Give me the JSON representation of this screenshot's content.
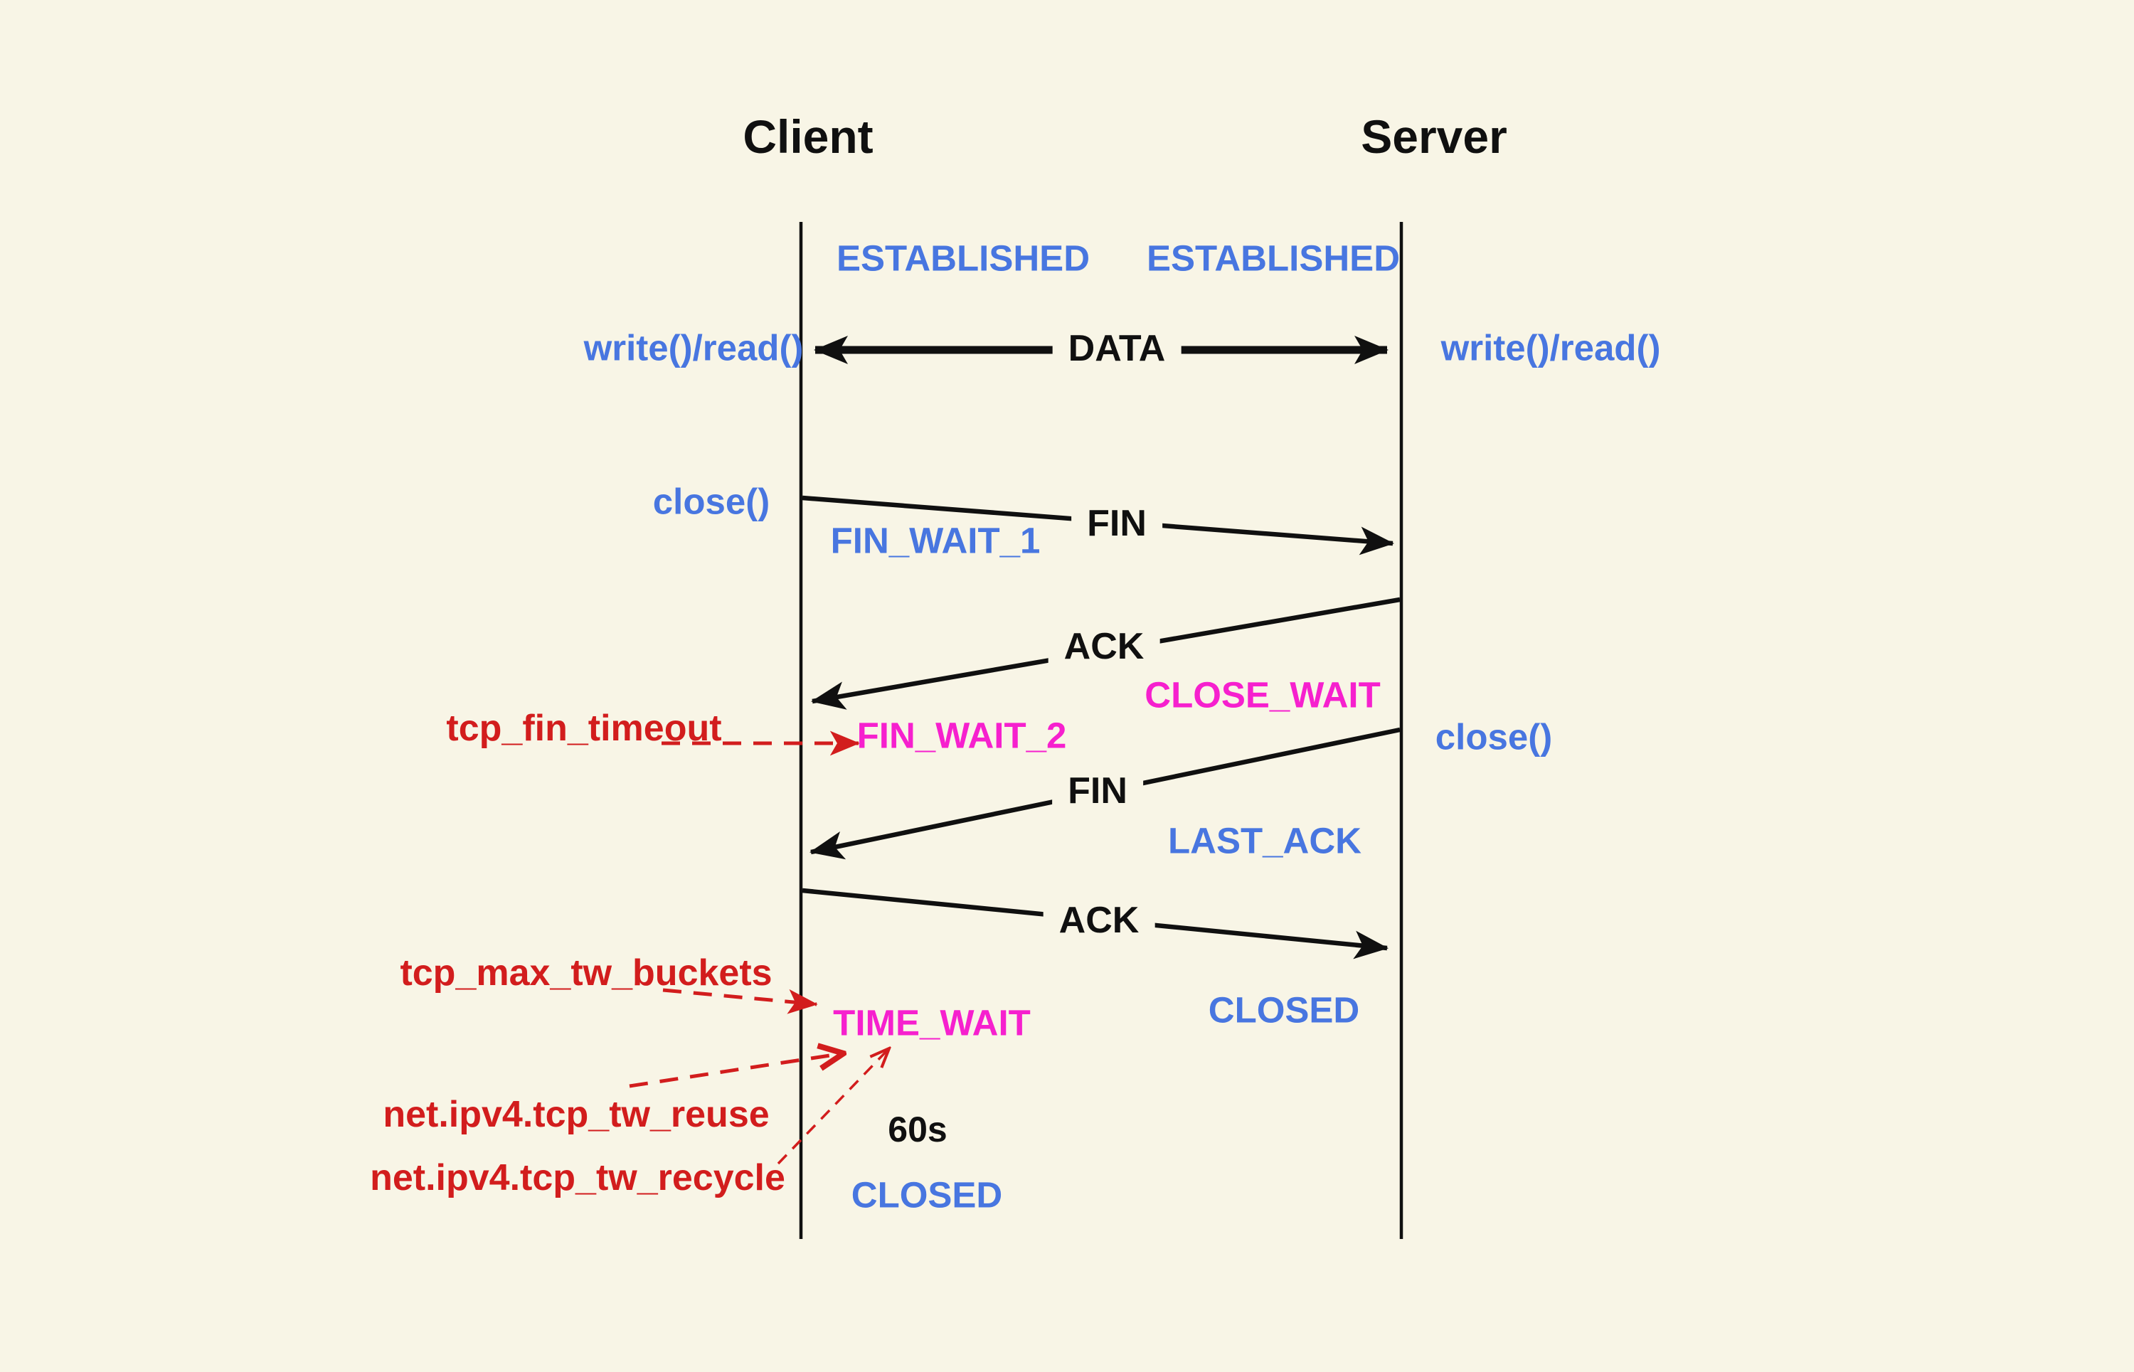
{
  "colors": {
    "bg": "#f8f5e6",
    "ink": "#101010",
    "blue": "#4876e0",
    "magenta": "#f620ce",
    "red": "#d21d1d"
  },
  "actors": {
    "client": "Client",
    "server": "Server"
  },
  "states": {
    "client_established": "ESTABLISHED",
    "server_established": "ESTABLISHED",
    "fin_wait_1": "FIN_WAIT_1",
    "fin_wait_2": "FIN_WAIT_2",
    "time_wait": "TIME_WAIT",
    "client_closed": "CLOSED",
    "close_wait": "CLOSE_WAIT",
    "last_ack": "LAST_ACK",
    "server_closed": "CLOSED"
  },
  "messages": {
    "data": "DATA",
    "fin_1": "FIN",
    "ack_1": "ACK",
    "fin_2": "FIN",
    "ack_2": "ACK"
  },
  "syscalls": {
    "client_write_read": "write()/read()",
    "server_write_read": "write()/read()",
    "client_close": "close()",
    "server_close": "close()"
  },
  "kernel_params": {
    "fin_timeout": "tcp_fin_timeout",
    "max_tw_buckets": "tcp_max_tw_buckets",
    "tw_reuse": "net.ipv4.tcp_tw_reuse",
    "tw_recycle": "net.ipv4.tcp_tw_recycle"
  },
  "annotations": {
    "time_wait_duration": "60s"
  }
}
